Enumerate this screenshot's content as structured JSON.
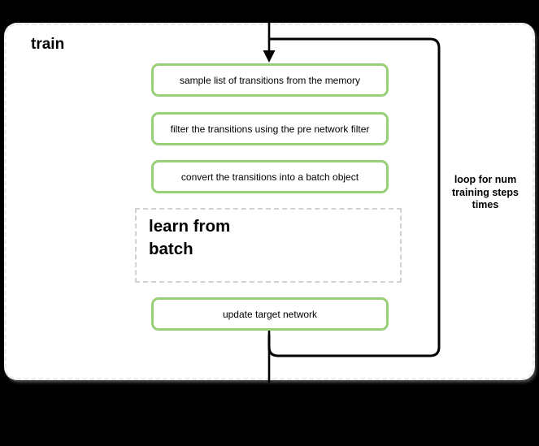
{
  "container": {
    "label": "train"
  },
  "steps": [
    {
      "label": "sample list of transitions from the memory"
    },
    {
      "label": "filter the transitions using the pre network filter"
    },
    {
      "label": "convert the transitions into a batch object"
    }
  ],
  "subroutine": {
    "label": "learn from batch"
  },
  "final_step": {
    "label": "update target network"
  },
  "loop": {
    "label": "loop for num training steps times"
  },
  "colors": {
    "background": "#000000",
    "container_fill": "#ffffff",
    "container_border": "#ededed",
    "step_border": "#97d077",
    "step_fill": "#ffffff",
    "subroutine_border": "#d2d2d2",
    "line": "#000000",
    "text": "#000000"
  }
}
